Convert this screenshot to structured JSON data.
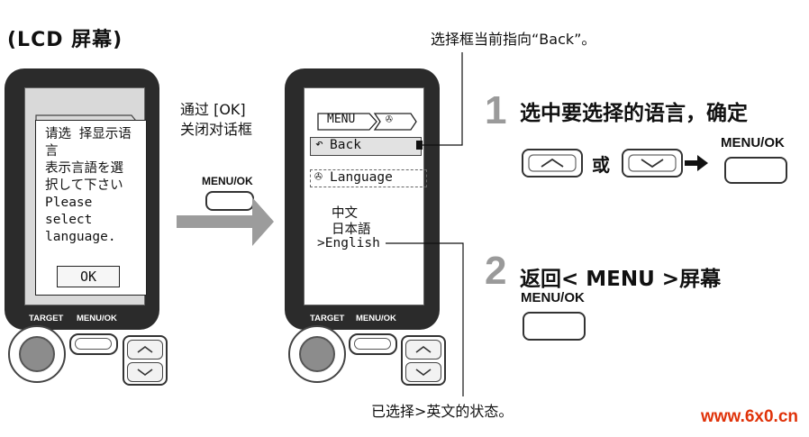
{
  "title": "(LCD 屏幕)",
  "device1": {
    "dialog_lines": [
      "请选 择显示语",
      "言",
      "表示言語を選",
      "択して下さい",
      "Please",
      "select",
      "language."
    ],
    "ok_label": "OK",
    "target_label": "TARGET",
    "menu_ok_label": "MENU/OK"
  },
  "transition": {
    "caption_line1": "通过 [OK]",
    "caption_line2": "关闭对话框",
    "button_label": "MENU/OK"
  },
  "device2": {
    "tab_label": "MENU",
    "tab_icon": "wrench-icon",
    "back_label": "Back",
    "language_label": "Language",
    "languages": [
      "中文",
      "日本語",
      ">English"
    ],
    "target_label": "TARGET",
    "menu_ok_label": "MENU/OK"
  },
  "annotation_top": "选择框当前指向“Back”。",
  "annotation_bottom": "已选择>英文的状态。",
  "step1": {
    "number": "1",
    "text": "选中要选择的语言，确定",
    "or_label": "或",
    "button_label": "MENU/OK"
  },
  "step2": {
    "number": "2",
    "text": "返回< MENU >屏幕",
    "button_label": "MENU/OK"
  },
  "watermark": "www.6x0.cn",
  "colors": {
    "watermark": "#e0330a",
    "step_number": "#9a9a9a",
    "device": "#2b2b2b",
    "arrow": "#9c9c9c"
  }
}
